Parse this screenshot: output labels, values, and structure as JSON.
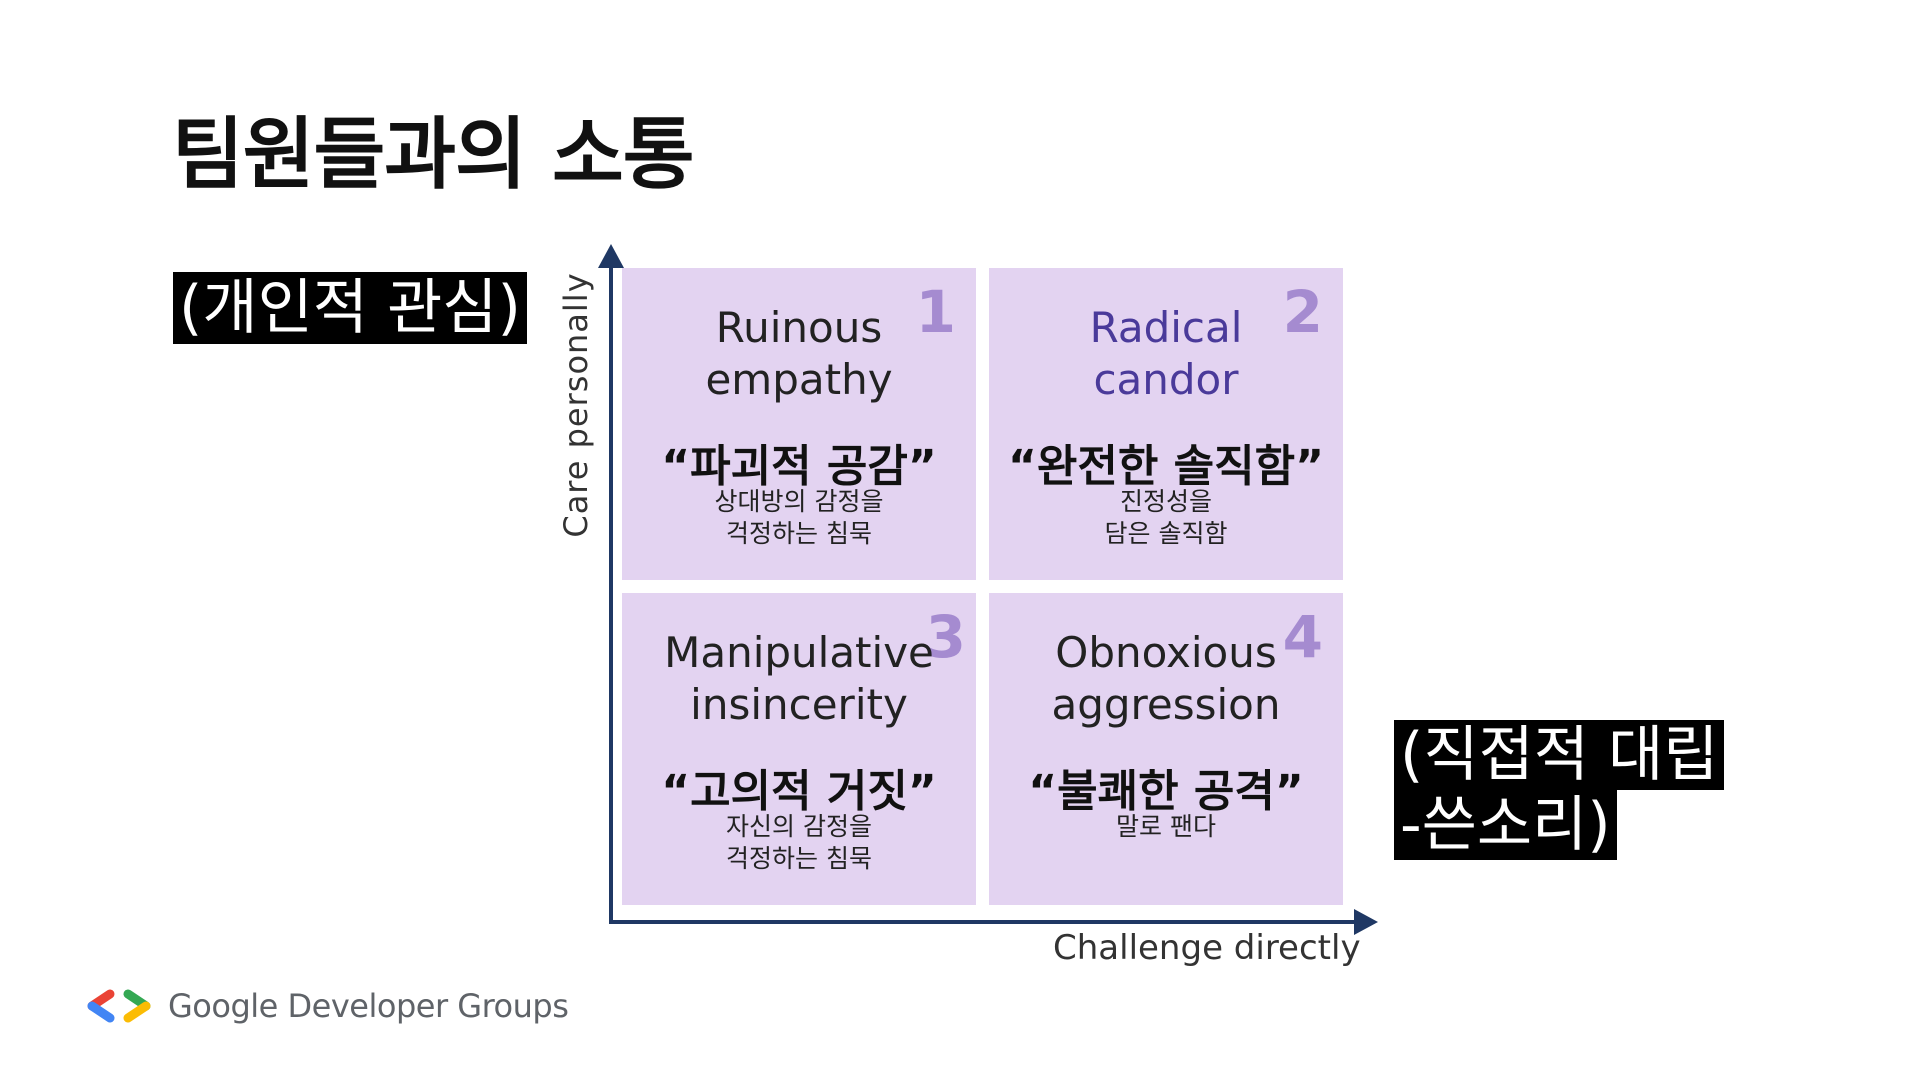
{
  "slide": {
    "title": "팀원들과의 소통",
    "left_highlight": "(개인적 관심)",
    "right_highlight_lines": [
      "(직접적 대립",
      "-쓴소리)"
    ]
  },
  "diagram": {
    "y_axis_label": "Care  personally",
    "x_axis_label": "Challenge directly",
    "axis_color": "#1f3864",
    "quadrant_color": "#e3d3f1",
    "number_color": "#a58bd0",
    "quadrants": [
      {
        "number": "1",
        "name_lines": [
          "Ruinous",
          "empathy"
        ],
        "korean": "“파괴적 공감”",
        "desc_lines": [
          "상대방의 감정을",
          "걱정하는 침묵"
        ]
      },
      {
        "number": "2",
        "name_lines": [
          "Radical",
          "candor"
        ],
        "korean": "“완전한 솔직함”",
        "desc_lines": [
          "진정성을",
          "담은 솔직함"
        ]
      },
      {
        "number": "3",
        "name_lines": [
          "Manipulative",
          "insincerity"
        ],
        "korean": "“고의적 거짓”",
        "desc_lines": [
          "자신의 감정을",
          "걱정하는 침묵"
        ]
      },
      {
        "number": "4",
        "name_lines": [
          "Obnoxious",
          "aggression"
        ],
        "korean": "“불쾌한 공격”",
        "desc_lines": [
          "말로 팬다"
        ]
      }
    ]
  },
  "footer": {
    "logo_icon": "gdg-brackets-logo",
    "logo_text": "Google Developer Groups"
  }
}
